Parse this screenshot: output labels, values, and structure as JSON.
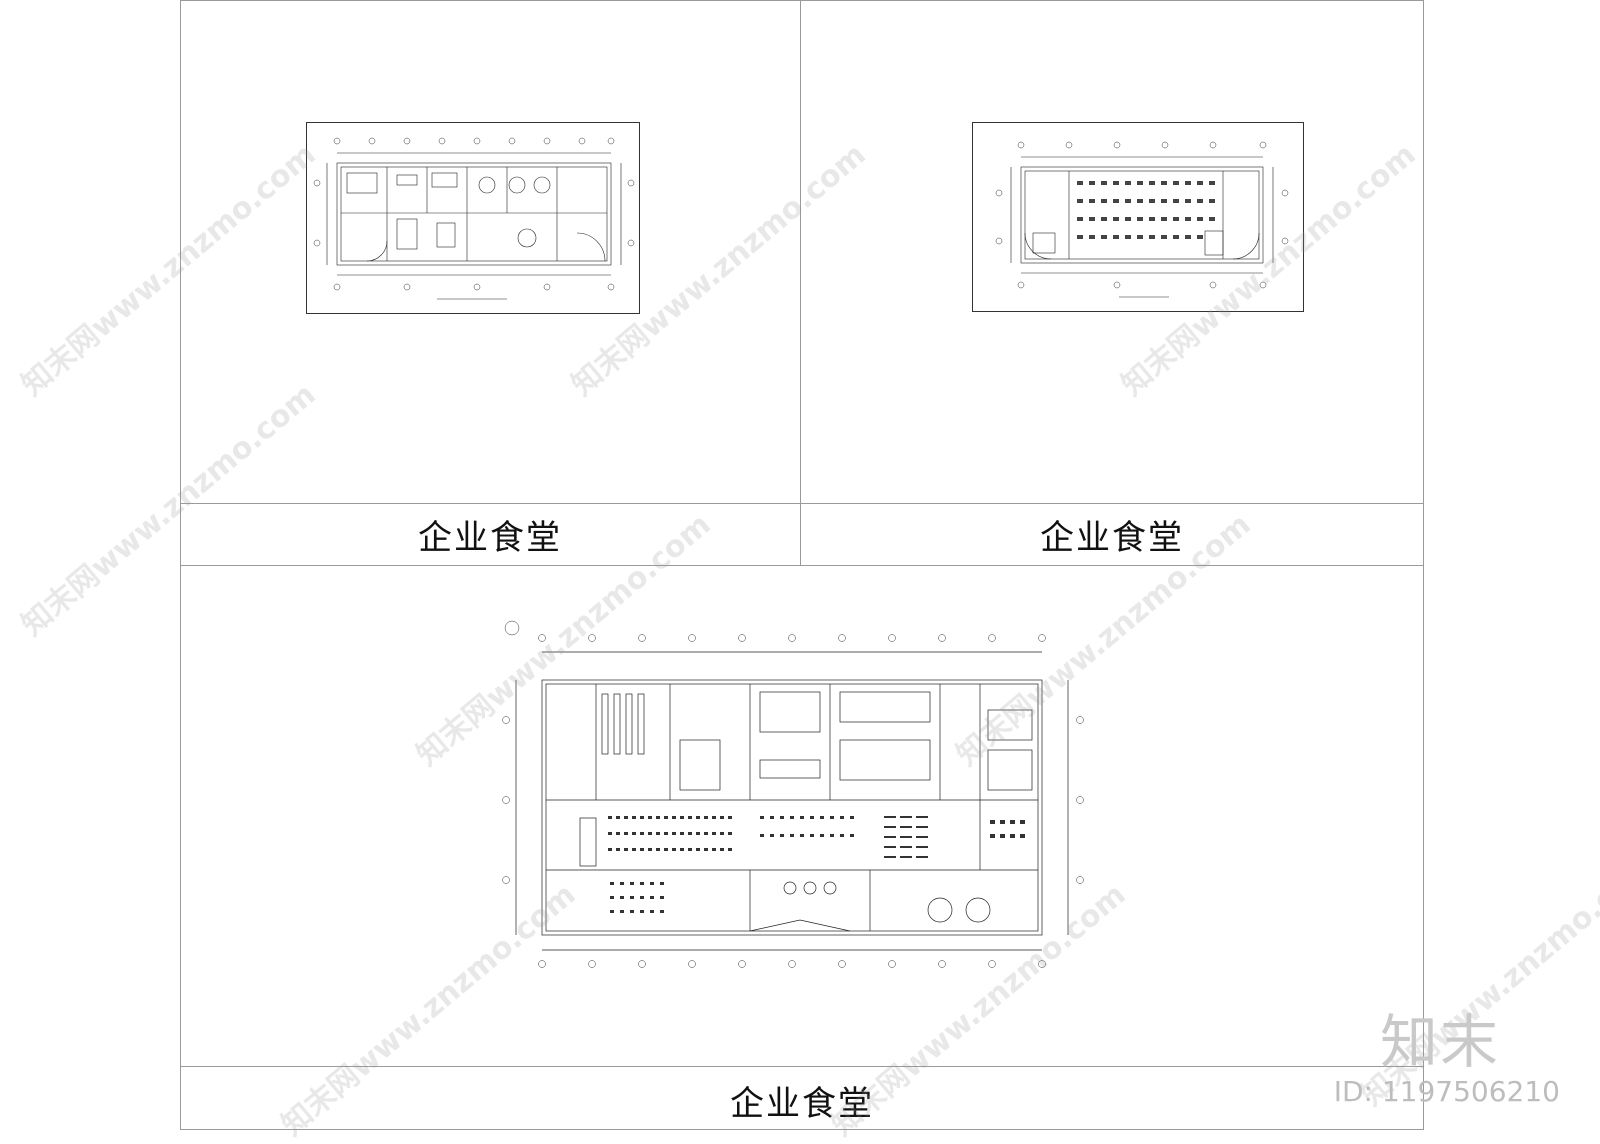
{
  "panels": [
    {
      "caption": "企业食堂"
    },
    {
      "caption": "企业食堂"
    },
    {
      "caption": "企业食堂"
    }
  ],
  "watermark": {
    "text": "知末网www.znzmo.com"
  },
  "brand": {
    "logo": "知末",
    "id": "ID: 1197506210"
  },
  "colors": {
    "line": "#222222",
    "frame": "#9a9a9a",
    "watermark": "#cfcfcf"
  }
}
